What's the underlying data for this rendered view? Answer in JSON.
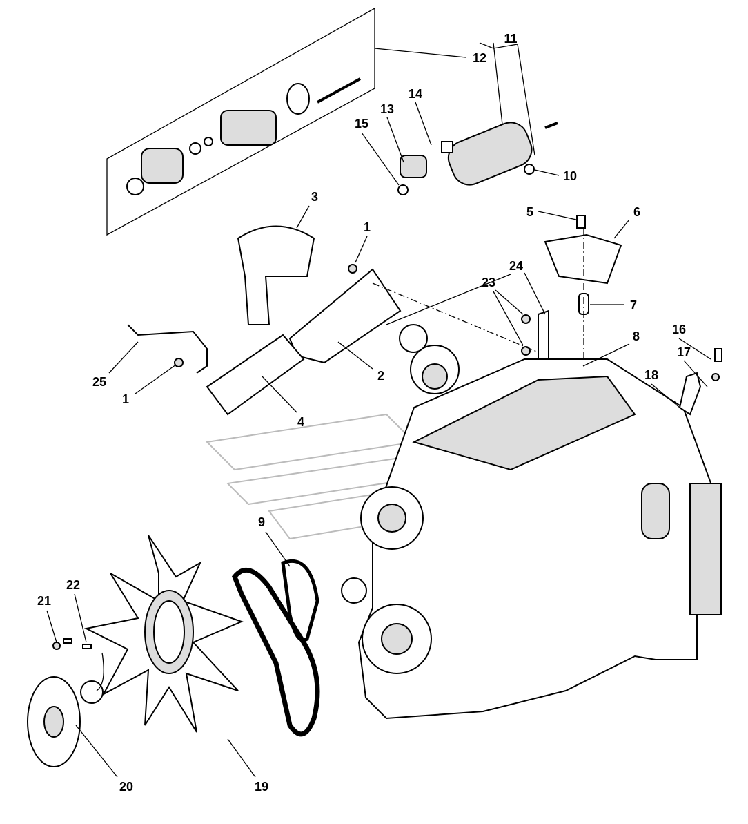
{
  "diagram": {
    "title": "Engine exploded parts view",
    "callouts": [
      "12",
      "11",
      "14",
      "13",
      "15",
      "10",
      "3",
      "1",
      "5",
      "6",
      "24",
      "23",
      "7",
      "8",
      "16",
      "17",
      "18",
      "25",
      "1",
      "2",
      "4",
      "9",
      "22",
      "21",
      "20",
      "19"
    ]
  }
}
